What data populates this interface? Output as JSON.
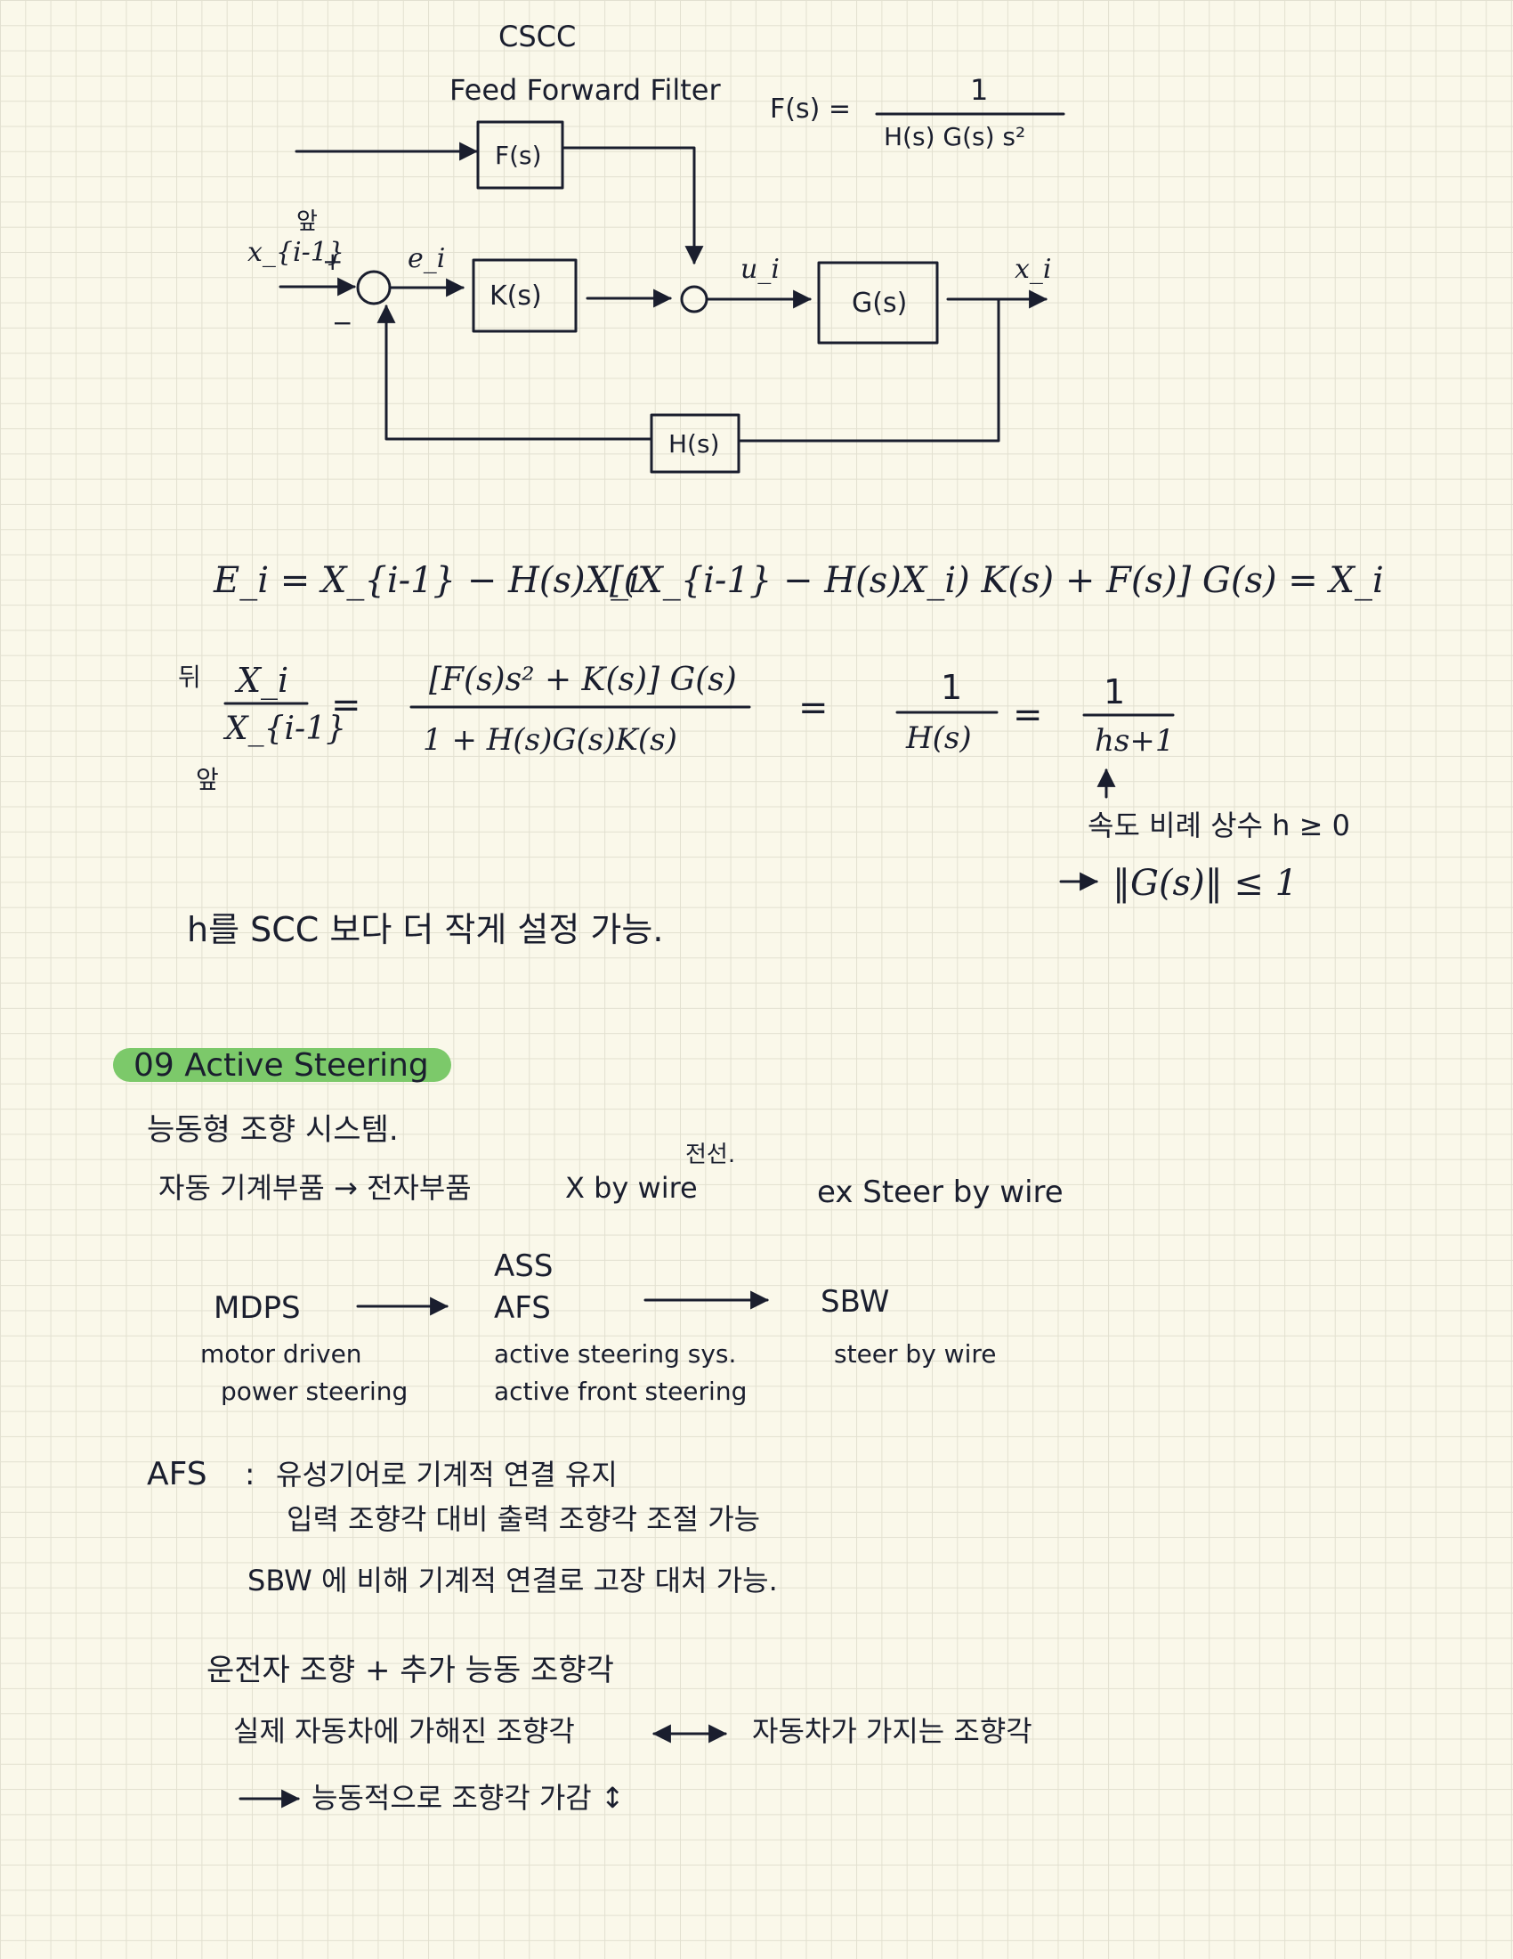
{
  "diagram": {
    "title": "CSCC",
    "ff_label": "Feed Forward Filter",
    "ff_formula_lhs": "F(s) =",
    "ff_formula_num": "1",
    "ff_formula_den": "H(s) G(s) s²",
    "blocks": {
      "F": "F(s)",
      "K": "K(s)",
      "G": "G(s)",
      "H": "H(s)"
    },
    "signals": {
      "input": "x_{i-1}",
      "input_note": "앞",
      "plus": "+",
      "minus": "−",
      "error": "e_i",
      "control": "u_i",
      "output": "x_i"
    }
  },
  "equations": {
    "eq1": "E_i = X_{i-1} − H(s)X_i",
    "eq2": "[(X_{i-1} − H(s)X_i) K(s) + F(s)] G(s) = X_i",
    "tf_top_note": "뒤",
    "tf_bottom_note": "앞",
    "tf_lhs_num": "X_i",
    "tf_lhs_den": "X_{i-1}",
    "tf_mid_num": "[F(s)s² + K(s)] G(s)",
    "tf_mid_den": "1 + H(s)G(s)K(s)",
    "tf_r1_num": "1",
    "tf_r1_den": "H(s)",
    "tf_r2_num": "1",
    "tf_r2_den": "hs+1",
    "eq_sign": "=",
    "h_note": "속도 비례 상수  h ≥ 0",
    "g_note": "‖G(s)‖ ≤ 1",
    "conclusion": "h를 SCC 보다 더 작게 설정 가능."
  },
  "section": {
    "heading": "09 Active Steering",
    "highlight_color": "#7cc96a",
    "subtitle": "능동형 조향 시스템.",
    "line1_a": "자동 기계부품 → 전자부품",
    "line1_b": "X by wire",
    "line1_note": "전선.",
    "line1_c": "ex Steer by wire",
    "evolution": [
      {
        "abbr": "MDPS",
        "desc1": "motor driven",
        "desc2": "power steering"
      },
      {
        "abbr_top": "ASS",
        "abbr": "AFS",
        "desc1": "active steering sys.",
        "desc2": "active front steering"
      },
      {
        "abbr": "SBW",
        "desc1": "steer by wire"
      }
    ],
    "afs_label": "AFS",
    "afs_colon": ":",
    "afs_points": [
      "유성기어로 기계적 연결 유지",
      "입력 조향각 대비 출력 조향각 조절 가능",
      "SBW 에 비해 기계적 연결로 고장 대처 가능."
    ],
    "driver_line": "운전자 조향 + 추가 능동 조향각",
    "actual_line_a": "실제 자동차에 가해진 조향각",
    "actual_line_b": "자동차가 가지는 조향각",
    "final_line": "능동적으로 조향각 가감 ↕"
  }
}
